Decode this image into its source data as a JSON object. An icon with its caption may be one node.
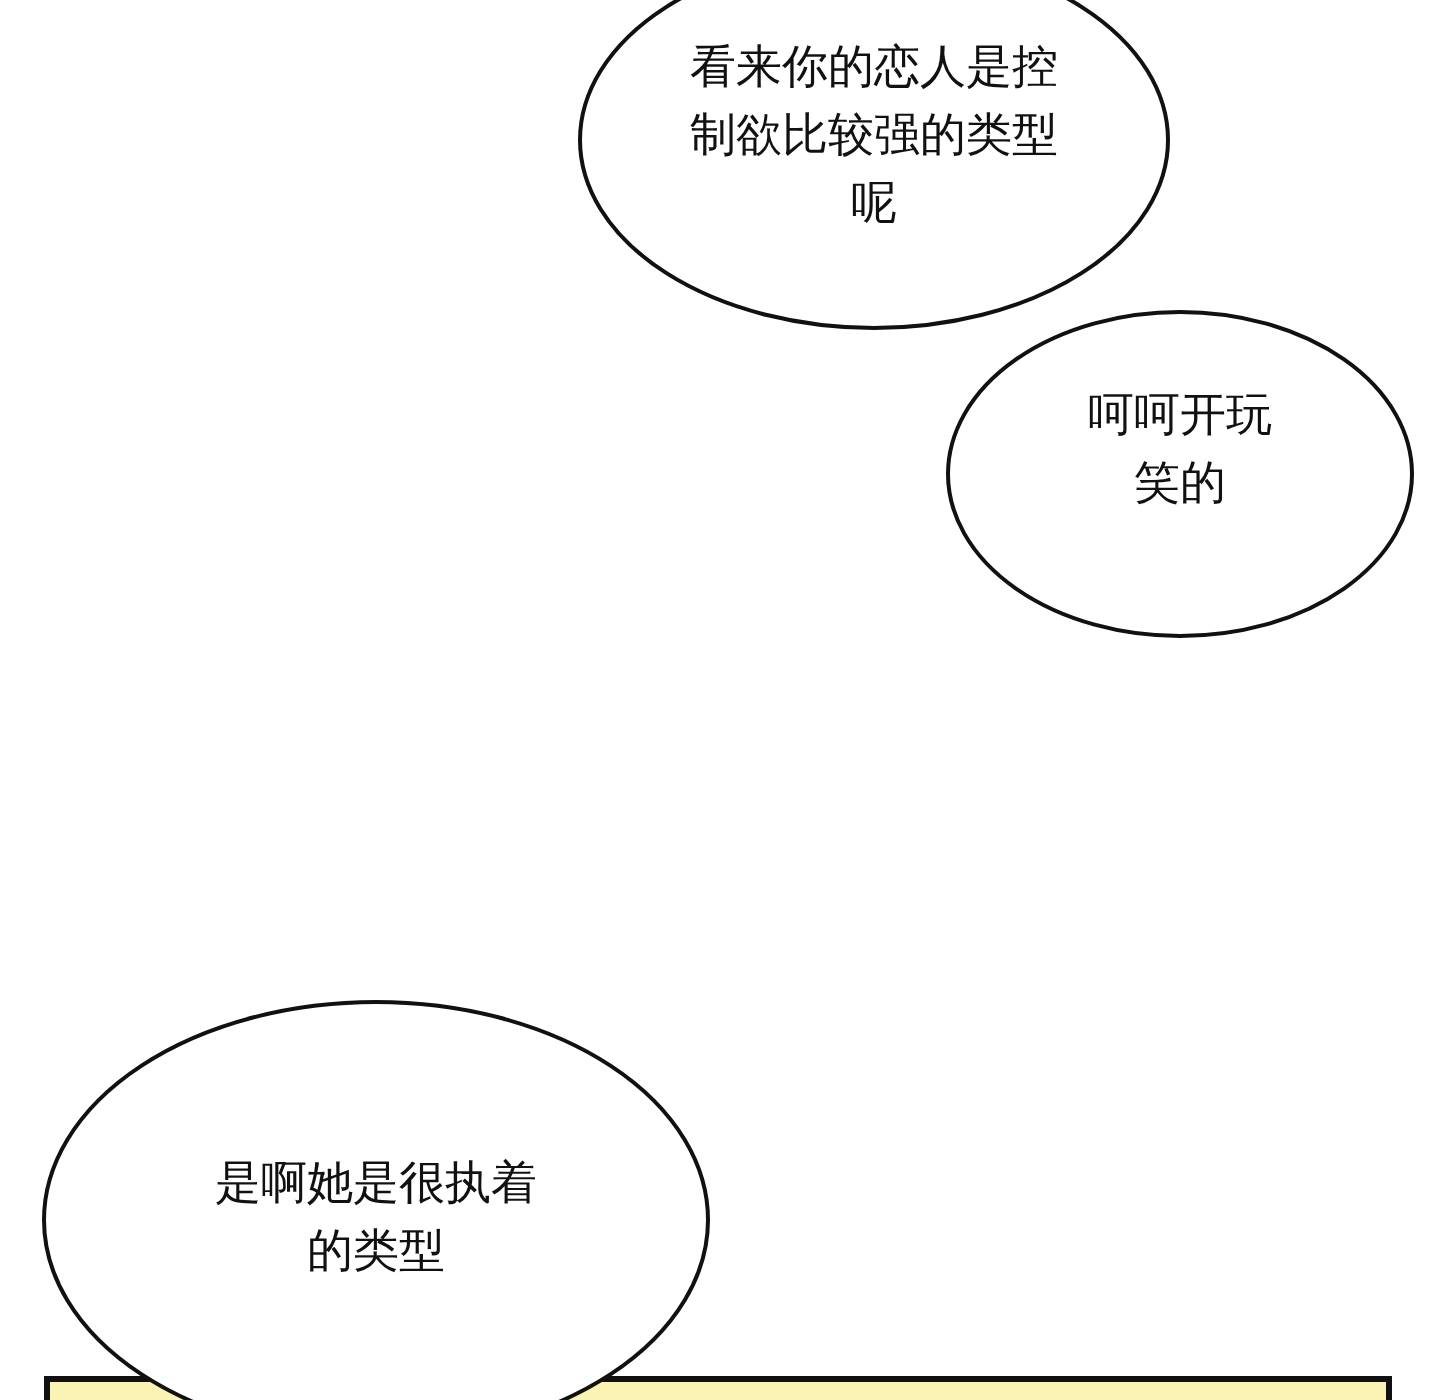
{
  "diagram": {
    "nodes": [
      {
        "text": [
          "看来你的恋人是控制欲比较强的类型呢"
        ]
      },
      {
        "text": [
          "呵呵开玩笑的"
        ]
      },
      {
        "text": [
          "是啊她是很执着的类型"
        ]
      }
    ]
  }
}
